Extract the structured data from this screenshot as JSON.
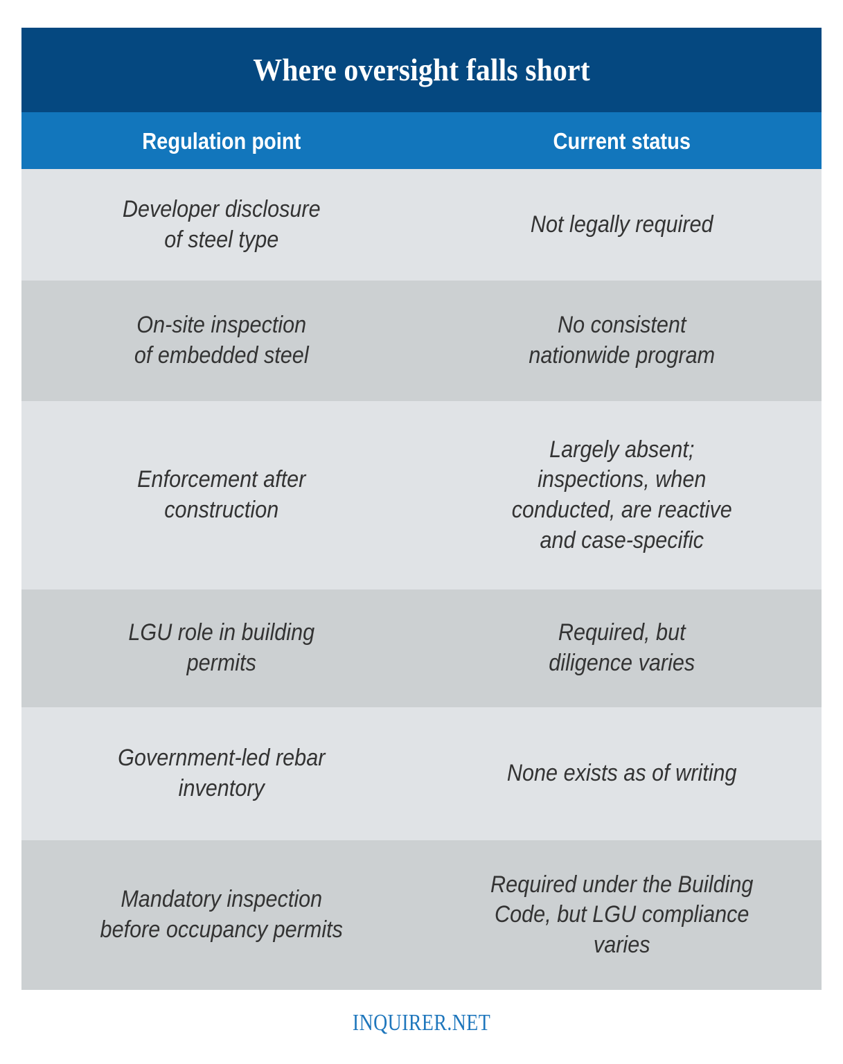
{
  "title": "Where oversight falls short",
  "colors": {
    "title_bar": "#054880",
    "header_row": "#1276bc",
    "row_light": "#e0e3e6",
    "row_dark": "#ccd0d2",
    "body_text": "#333333",
    "brand": "#1e76bc",
    "page_background": "#ffffff"
  },
  "columns": [
    {
      "label": "Regulation point"
    },
    {
      "label": "Current status"
    }
  ],
  "rows": [
    {
      "regulation_point": "Developer disclosure\nof steel type",
      "current_status": "Not legally required"
    },
    {
      "regulation_point": "On-site inspection\nof embedded steel",
      "current_status": "No consistent\nnationwide program"
    },
    {
      "regulation_point": "Enforcement after\nconstruction",
      "current_status": "Largely absent;\ninspections, when\nconducted, are reactive\nand case-specific"
    },
    {
      "regulation_point": "LGU role in building\npermits",
      "current_status": "Required, but\ndiligence varies"
    },
    {
      "regulation_point": "Government-led rebar\ninventory",
      "current_status": "None exists as of writing"
    },
    {
      "regulation_point": "Mandatory inspection\nbefore occupancy permits",
      "current_status": "Required under the Building\nCode, but LGU compliance\nvaries"
    }
  ],
  "footer": {
    "brand": "INQUIRER.NET"
  }
}
